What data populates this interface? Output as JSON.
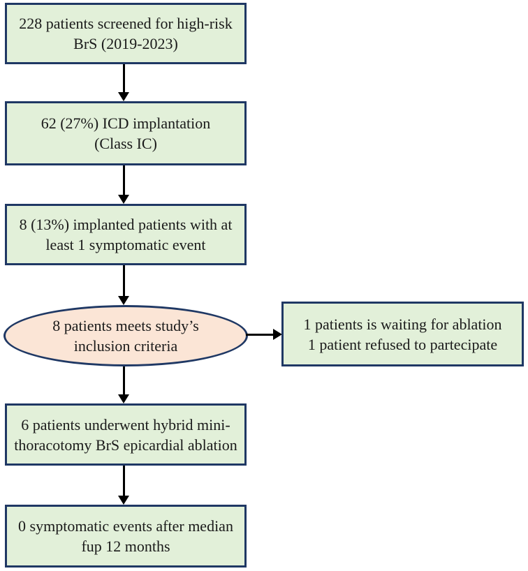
{
  "flowchart": {
    "colors": {
      "box_fill": "#e2f0d9",
      "box_border": "#1f3864",
      "ellipse_fill": "#fbe5d6",
      "ellipse_border": "#1f3864",
      "arrow": "#000000",
      "background": "#ffffff"
    },
    "nodes": [
      {
        "id": "screened",
        "shape": "rect",
        "text": "228 patients screened for high-risk\nBrS (2019-2023)"
      },
      {
        "id": "icd",
        "shape": "rect",
        "text": "62 (27%) ICD implantation\n(Class IC)"
      },
      {
        "id": "symptomatic",
        "shape": "rect",
        "text": "8 (13%) implanted patients with at\nleast 1 symptomatic event"
      },
      {
        "id": "inclusion",
        "shape": "ellipse",
        "text": "8 patients meets study’s\ninclusion criteria"
      },
      {
        "id": "exclusions",
        "shape": "rect",
        "text": "1 patients is waiting for ablation\n1 patient refused to partecipate"
      },
      {
        "id": "ablation",
        "shape": "rect",
        "text": "6 patients underwent hybrid mini-\nthoracotomy BrS epicardial ablation"
      },
      {
        "id": "followup",
        "shape": "rect",
        "text": "0 symptomatic events after median\nfup 12 months"
      }
    ],
    "edges": [
      {
        "from": "screened",
        "to": "icd",
        "direction": "down"
      },
      {
        "from": "icd",
        "to": "symptomatic",
        "direction": "down"
      },
      {
        "from": "symptomatic",
        "to": "inclusion",
        "direction": "down"
      },
      {
        "from": "inclusion",
        "to": "exclusions",
        "direction": "right"
      },
      {
        "from": "inclusion",
        "to": "ablation",
        "direction": "down"
      },
      {
        "from": "ablation",
        "to": "followup",
        "direction": "down"
      }
    ]
  }
}
